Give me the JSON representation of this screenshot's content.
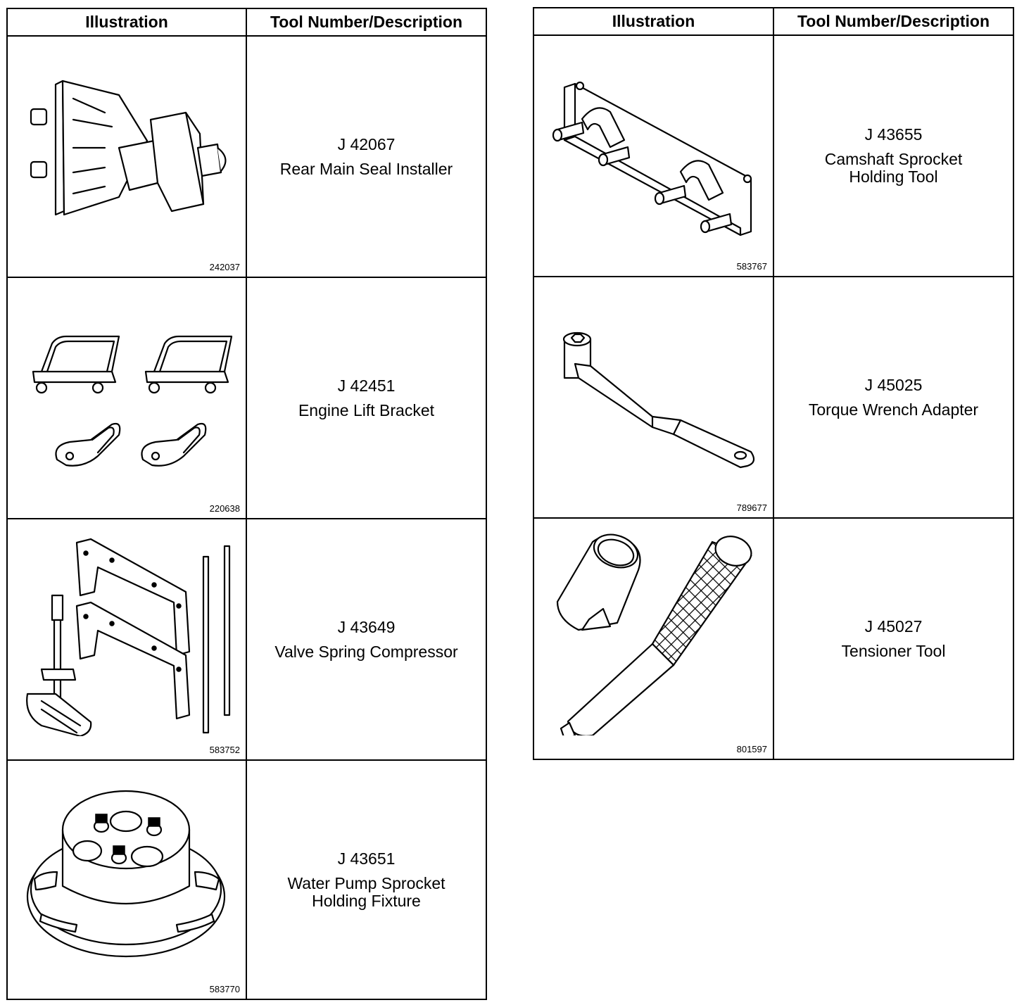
{
  "headers": {
    "illustration": "Illustration",
    "tool_number_description": "Tool Number/Description"
  },
  "left_table": [
    {
      "figure_no": "242037",
      "tool_number": "J 42067",
      "description": "Rear Main Seal Installer",
      "icon": "rear-main-seal-installer-illustration"
    },
    {
      "figure_no": "220638",
      "tool_number": "J 42451",
      "description": "Engine Lift Bracket",
      "icon": "engine-lift-bracket-illustration"
    },
    {
      "figure_no": "583752",
      "tool_number": "J 43649",
      "description": "Valve Spring Compressor",
      "icon": "valve-spring-compressor-illustration"
    },
    {
      "figure_no": "583770",
      "tool_number": "J 43651",
      "description": "Water Pump Sprocket\nHolding Fixture",
      "icon": "water-pump-sprocket-holding-fixture-illustration"
    }
  ],
  "right_table": [
    {
      "figure_no": "583767",
      "tool_number": "J 43655",
      "description": "Camshaft Sprocket\nHolding Tool",
      "icon": "camshaft-sprocket-holding-tool-illustration"
    },
    {
      "figure_no": "789677",
      "tool_number": "J 45025",
      "description": "Torque Wrench Adapter",
      "icon": "torque-wrench-adapter-illustration"
    },
    {
      "figure_no": "801597",
      "tool_number": "J 45027",
      "description": "Tensioner Tool",
      "icon": "tensioner-tool-illustration"
    }
  ]
}
